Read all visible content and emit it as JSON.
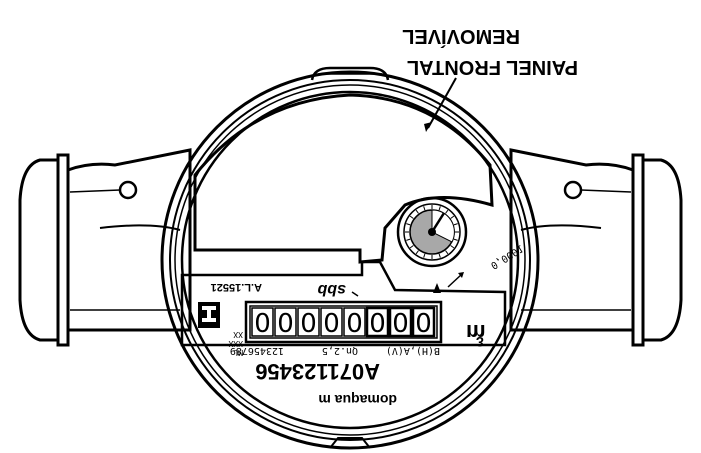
{
  "diagram": {
    "callout": {
      "line1": "REMOVÍVEL",
      "line2": "PAINEL FRONTAL"
    },
    "serial_small": "A.L.15521",
    "logo_mark": "sbb",
    "meter_class_marks": "XX\nXXX\nML",
    "counter_digits": [
      "0",
      "0",
      "0",
      "0",
      "0",
      "0",
      "0",
      "0"
    ],
    "unit_label": "m",
    "unit_exponent": "3",
    "code_left": "123456789",
    "rating": "Qn.2,5",
    "position": "B(H),A(V)",
    "serial_number": "A07112345",
    "serial_suffix": "6",
    "brand_text": "domaqua m",
    "dial_label": "0,0001",
    "colors": {
      "ink": "#000000",
      "paper": "#ffffff",
      "dial_shade": "#a8a8a8"
    }
  }
}
